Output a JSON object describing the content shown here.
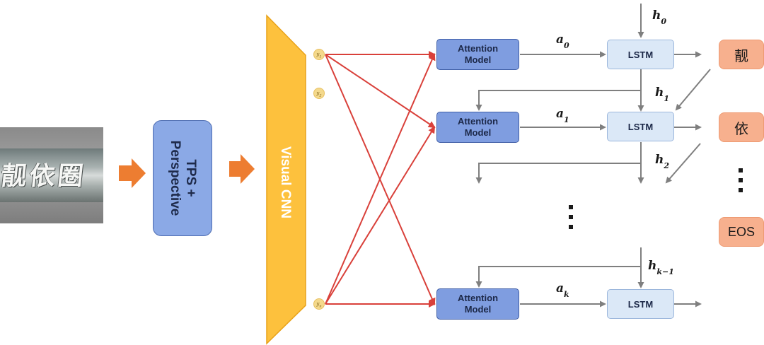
{
  "input_image": {
    "text": "靓依圈"
  },
  "tps": {
    "label": "TPS +\nPerspective"
  },
  "cnn": {
    "label": "Visual CNN"
  },
  "features": [
    {
      "base": "y",
      "sub": "1"
    },
    {
      "base": "y",
      "sub": "2"
    },
    {
      "base": "y",
      "sub": "n"
    }
  ],
  "attention": {
    "label_line1": "Attention",
    "label_line2": "Model"
  },
  "lstm": {
    "label": "LSTM"
  },
  "context_vectors": [
    {
      "base": "a",
      "sub": "0"
    },
    {
      "base": "a",
      "sub": "1"
    },
    {
      "base": "a",
      "sub": "k"
    }
  ],
  "hidden_states": [
    {
      "base": "h",
      "sub": "0"
    },
    {
      "base": "h",
      "sub": "1"
    },
    {
      "base": "h",
      "sub": "2"
    },
    {
      "base": "h",
      "sub": "k−1"
    }
  ],
  "outputs": [
    "靓",
    "依",
    "EOS"
  ],
  "colors": {
    "red_arrow": "#d9403a",
    "gray_arrow": "#7f7f7f",
    "orange_arrow": "#ed7d31",
    "cnn_fill": "#fdc13d",
    "cnn_stroke": "#e8a21a"
  }
}
